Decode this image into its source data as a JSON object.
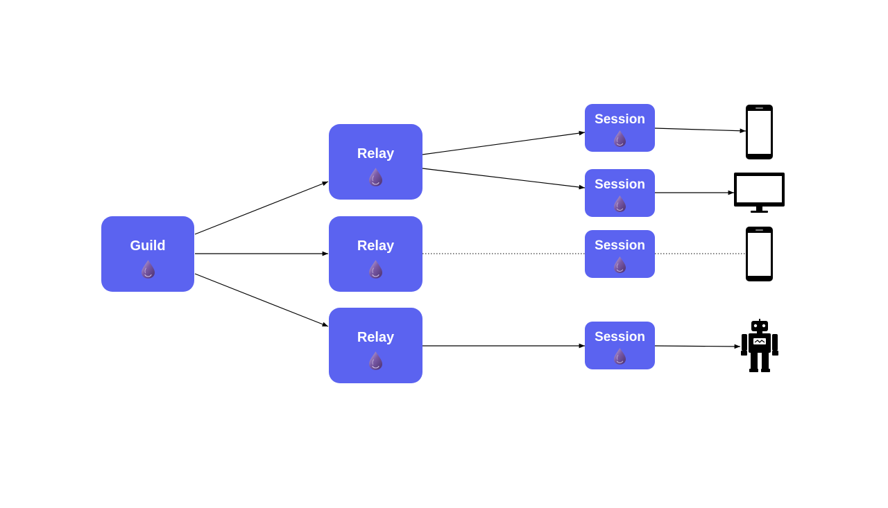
{
  "diagram": {
    "guild": {
      "label": "Guild",
      "icon": "elixir-drop-icon"
    },
    "relays": [
      {
        "label": "Relay",
        "icon": "elixir-drop-icon"
      },
      {
        "label": "Relay",
        "icon": "elixir-drop-icon"
      },
      {
        "label": "Relay",
        "icon": "elixir-drop-icon"
      }
    ],
    "sessions": [
      {
        "label": "Session",
        "icon": "elixir-drop-icon"
      },
      {
        "label": "Session",
        "icon": "elixir-drop-icon"
      },
      {
        "label": "Session",
        "icon": "elixir-drop-icon"
      },
      {
        "label": "Session",
        "icon": "elixir-drop-icon"
      }
    ],
    "devices": [
      {
        "icon": "smartphone-icon"
      },
      {
        "icon": "desktop-monitor-icon"
      },
      {
        "icon": "smartphone-icon"
      },
      {
        "icon": "robot-icon"
      }
    ],
    "edges": [
      {
        "from": "guild",
        "to": "relay-1",
        "style": "solid"
      },
      {
        "from": "guild",
        "to": "relay-2",
        "style": "solid"
      },
      {
        "from": "guild",
        "to": "relay-3",
        "style": "solid"
      },
      {
        "from": "relay-1",
        "to": "session-1",
        "style": "solid"
      },
      {
        "from": "relay-1",
        "to": "session-2",
        "style": "solid"
      },
      {
        "from": "relay-2",
        "to": "session-3",
        "style": "dotted"
      },
      {
        "from": "relay-3",
        "to": "session-4",
        "style": "solid"
      },
      {
        "from": "session-1",
        "to": "device-1",
        "style": "solid"
      },
      {
        "from": "session-2",
        "to": "device-2",
        "style": "solid"
      },
      {
        "from": "session-3",
        "to": "device-3",
        "style": "dotted"
      },
      {
        "from": "session-4",
        "to": "device-4",
        "style": "solid"
      }
    ],
    "colors": {
      "node": "#5b63f0",
      "text": "#ffffff",
      "edge": "#000000",
      "drop": "#6b4f8c"
    }
  }
}
